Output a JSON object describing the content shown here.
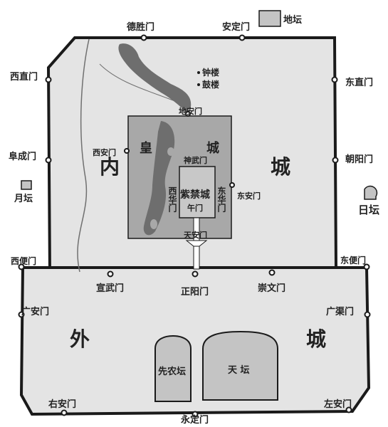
{
  "map": {
    "colors": {
      "background": "#ffffff",
      "city_fill": "#e4e4e4",
      "imperial_fill": "#a8a8a8",
      "water_fill": "#6e6e6e",
      "forbidden_fill": "#c8c8c8",
      "temple_fill": "#c4c4c4",
      "wall_stroke": "#1a1a1a"
    },
    "legend": {
      "label": "地坛"
    },
    "inner_city": {
      "char1": "内",
      "char2": "城"
    },
    "outer_city": {
      "char1": "外",
      "char2": "城"
    },
    "imperial_city": {
      "char1": "皇",
      "char2": "城"
    },
    "forbidden_city": {
      "name": "紫禁城",
      "west_gate": "西华门",
      "east_gate": "东华门",
      "noon_gate": "午门",
      "north_gate": "神武门"
    },
    "imperial_gates": {
      "north": "地安门",
      "west": "西安门",
      "east": "东安门",
      "south": "天安门"
    },
    "landmarks": {
      "bell_tower": "钟楼",
      "drum_tower": "鼓楼",
      "moon_altar": "月坛",
      "sun_altar": "日坛",
      "xiannong_altar": "先农坛",
      "heaven_altar": "天 坛"
    },
    "inner_gates": {
      "deshengmen": "德胜门",
      "andingmen": "安定门",
      "xizhimen": "西直门",
      "dongzhimen": "东直门",
      "fuchengmen": "阜成门",
      "chaoyangmen": "朝阳门",
      "xibianmen": "西便门",
      "dongbianmen": "东便门",
      "xuanwumen": "宣武门",
      "zhengyangmen": "正阳门",
      "chongwenmen": "崇文门"
    },
    "outer_gates": {
      "guanganmen": "广安门",
      "guangqumen": "广渠门",
      "youanmen": "右安门",
      "zuoanmen": "左安门",
      "yongdingmen": "永定门"
    }
  }
}
